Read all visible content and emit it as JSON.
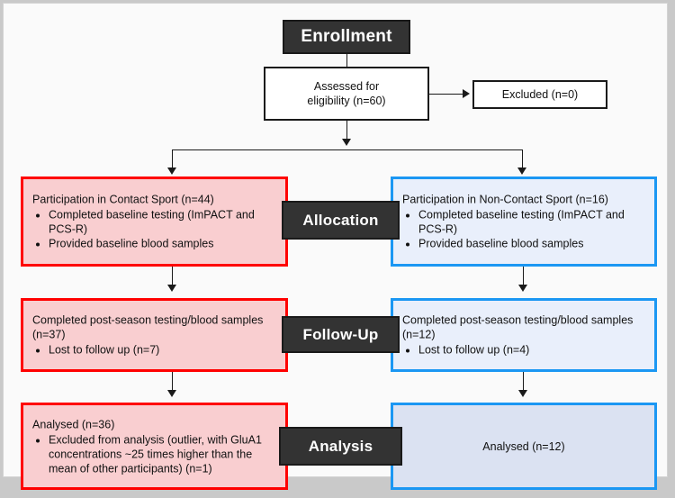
{
  "diagram": {
    "title": "CONSORT participant flow diagram",
    "colors": {
      "contact_arm_border": "#ff0000",
      "contact_arm_fill": "#f9ced0",
      "noncontact_arm_border": "#1b97f3",
      "noncontact_arm_fill": "#e9effb",
      "noncontact_analysis_fill": "#dbe2f2",
      "stage_label_fill": "#333333",
      "connector": "#1a1a1a",
      "canvas": "#fafafa"
    },
    "stages": [
      {
        "id": "enrollment",
        "label": "Enrollment"
      },
      {
        "id": "allocation",
        "label": "Allocation"
      },
      {
        "id": "followup",
        "label": "Follow-Up"
      },
      {
        "id": "analysis",
        "label": "Analysis"
      }
    ],
    "enrollment": {
      "assessed": {
        "line1": "Assessed for",
        "line2": "eligibility (n=60)"
      },
      "excluded": {
        "text": "Excluded (n=0)"
      }
    },
    "allocation": {
      "contact": {
        "lead": "Participation in Contact Sport (n=44)",
        "bullets": [
          "Completed baseline testing (ImPACT and PCS-R)",
          "Provided baseline blood samples"
        ]
      },
      "noncontact": {
        "lead": "Participation in Non-Contact Sport (n=16)",
        "bullets": [
          "Completed baseline testing (ImPACT and PCS-R)",
          "Provided baseline blood samples"
        ]
      }
    },
    "followup": {
      "contact": {
        "lead": "Completed post-season testing/blood samples (n=37)",
        "bullets": [
          "Lost to follow up (n=7)"
        ]
      },
      "noncontact": {
        "lead": "Completed post-season testing/blood samples (n=12)",
        "bullets": [
          "Lost to follow up (n=4)"
        ]
      }
    },
    "analysis": {
      "contact": {
        "lead": "Analysed (n=36)",
        "bullets": [
          "Excluded from analysis (outlier, with GluA1 concentrations ~25 times higher than the mean of other participants) (n=1)"
        ]
      },
      "noncontact": {
        "lead": "Analysed (n=12)",
        "bullets": []
      }
    }
  }
}
